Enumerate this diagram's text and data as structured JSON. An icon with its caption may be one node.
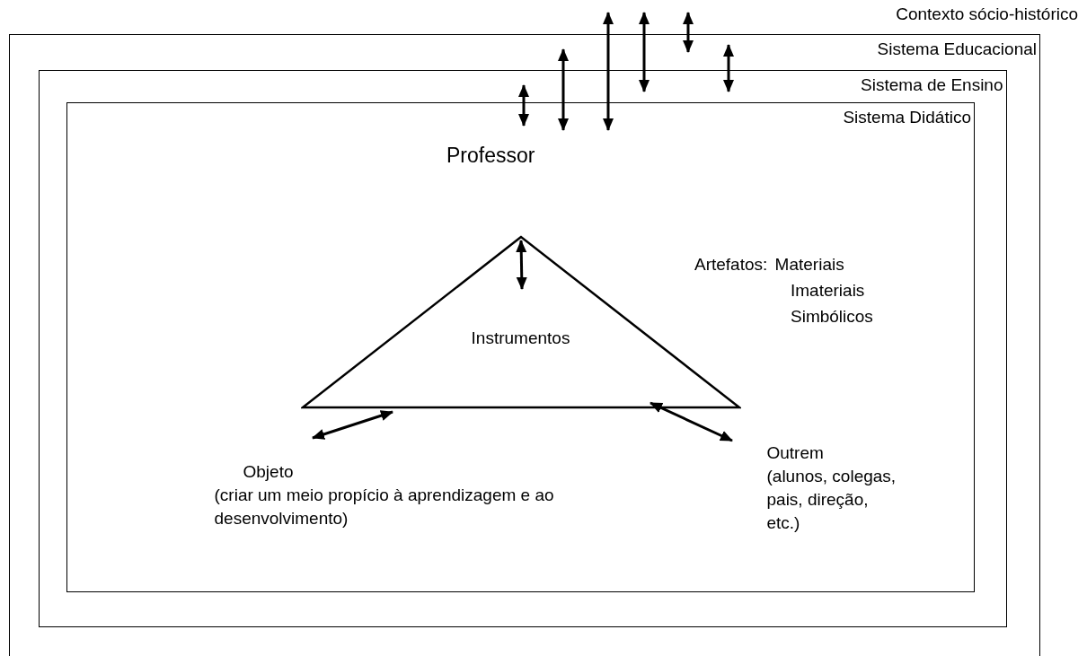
{
  "diagram": {
    "nodes": [
      {
        "text": [
          "Sistema Educacional"
        ]
      },
      {
        "text": [
          "Sistema de Ensino"
        ],
        "in": 0
      },
      {
        "text": [
          "Sistema Didático"
        ],
        "in": 1
      },
      {
        "text": [
          "Instrumentos"
        ],
        "in": 2
      },
      {
        "text": [
          "Objeto",
          "(criar um meio propício à aprendizagem e ao desenvolvimento)"
        ],
        "in": 2
      },
      {
        "text": [
          "Outrem",
          "(alunos, colegas, pais, direção, etc.)"
        ],
        "in": 2
      }
    ],
    "edges": [
      {
        "from": 1,
        "to": 2,
        "arrow": "both"
      },
      {
        "from": 0,
        "to": 2,
        "arrow": "both"
      },
      {
        "from": null,
        "to": 2,
        "arrow": "both"
      },
      {
        "from": null,
        "to": 1,
        "arrow": "both"
      },
      {
        "from": null,
        "to": 0,
        "arrow": "both"
      },
      {
        "from": 0,
        "to": 1,
        "arrow": "both"
      },
      {
        "from": null,
        "to": 3,
        "arrow": "both"
      },
      {
        "from": 4,
        "to": 3,
        "arrow": "both"
      },
      {
        "from": 5,
        "to": 3,
        "arrow": "both"
      }
    ],
    "labels": [
      "Contexto sócio-histórico",
      "Professor",
      "Artefatos: Materiais Imateriais Simbólicos"
    ]
  }
}
